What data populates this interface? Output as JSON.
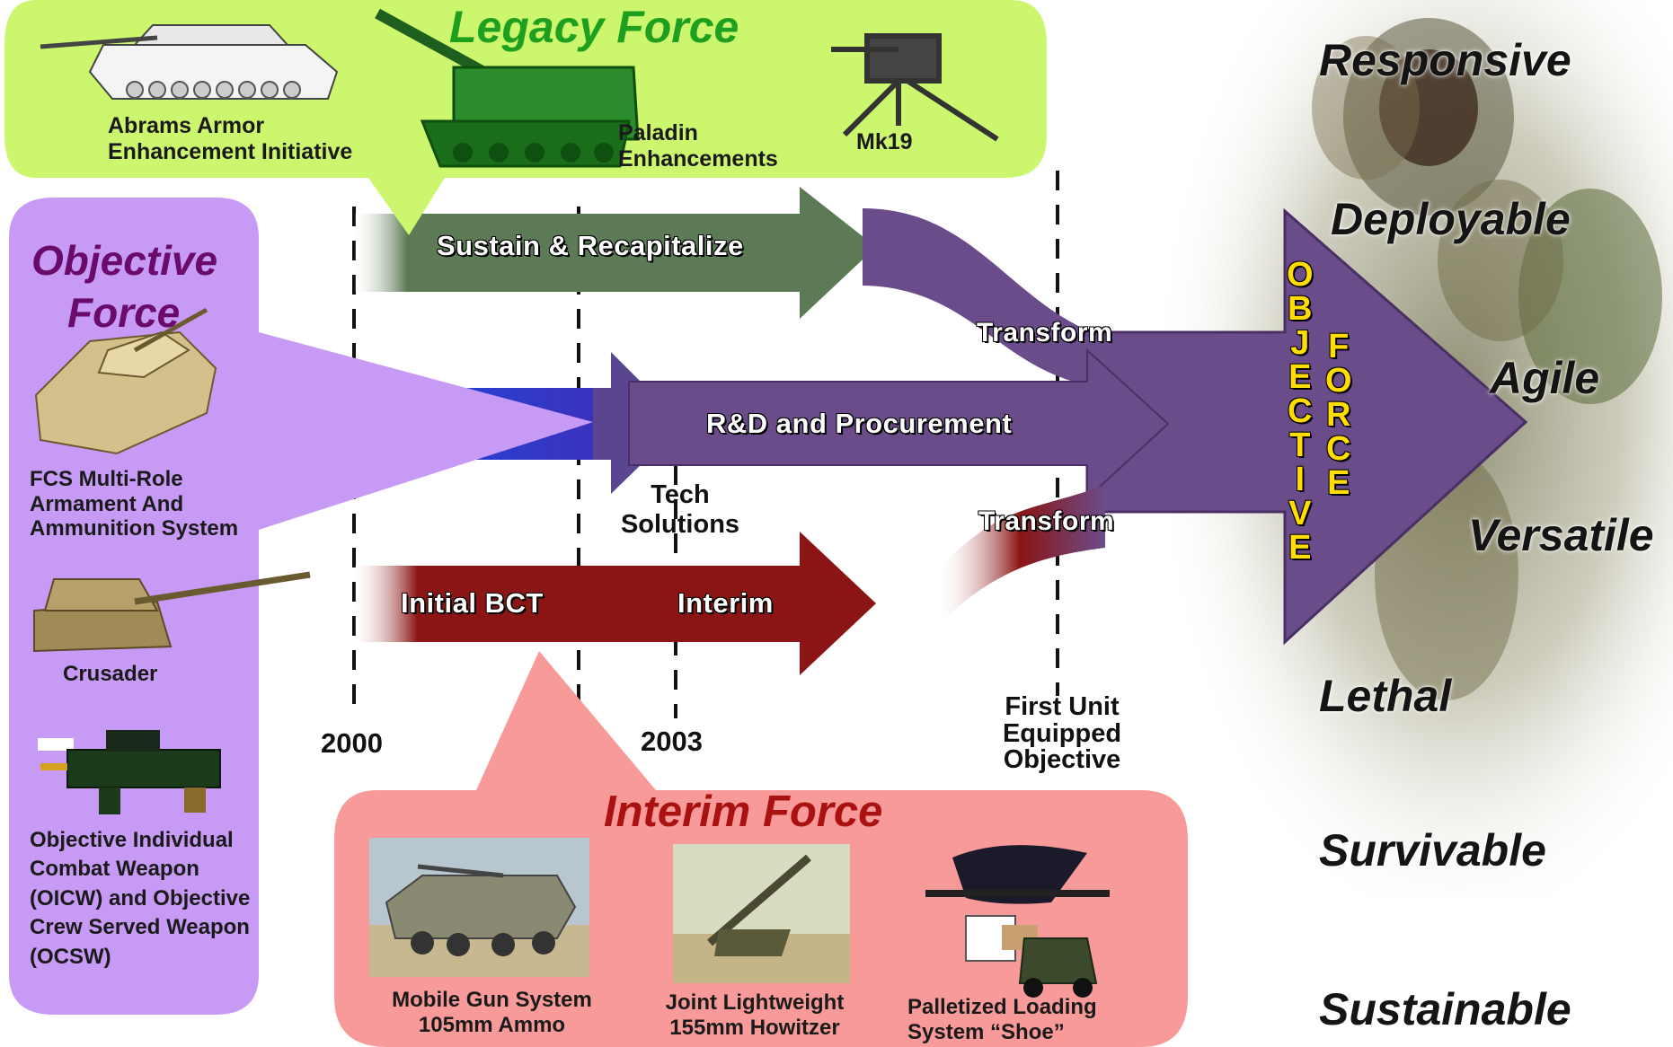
{
  "legacy_force": {
    "title": "Legacy Force",
    "items": [
      "Abrams Armor Enhancement Initiative",
      "Paladin Enhancements",
      "Mk19"
    ]
  },
  "objective_force": {
    "title_line1": "Objective",
    "title_line2": "Force",
    "items": [
      "FCS Multi-Role Armament And Ammunition System",
      "Crusader",
      "Objective Individual Combat Weapon (OICW)  and Objective Crew Served Weapon (OCSW)"
    ]
  },
  "interim_force": {
    "title": "Interim Force",
    "items": [
      "Mobile Gun System 105mm Ammo",
      "Joint Lightweight 155mm Howitzer",
      "Palletized Loading System “Shoe”"
    ]
  },
  "arrows": {
    "sustain": "Sustain & Recapitalize",
    "rd": "R&D and Procurement",
    "initial_bct": "Initial BCT",
    "interim": "Interim",
    "transform_top": "Transform",
    "transform_bottom": "Transform",
    "tech_solutions": "Tech Solutions"
  },
  "timeline": {
    "year_2000": "2000",
    "year_2003": "2003",
    "first_unit": "First Unit Equipped Objective"
  },
  "objective_arrow": {
    "col1": [
      "O",
      "B",
      "J",
      "E",
      "C",
      "T",
      "I",
      "V",
      "E"
    ],
    "col2": [
      "F",
      "O",
      "R",
      "C",
      "E"
    ]
  },
  "attributes": [
    "Responsive",
    "Deployable",
    "Agile",
    "Versatile",
    "Lethal",
    "Survivable",
    "Sustainable"
  ],
  "colors": {
    "legacy_bubble": "#ccf66d",
    "objective_bubble": "#c79af5",
    "interim_bubble": "#f99a9a",
    "sustain_arrow": "#5d7a57",
    "purple_arrow": "#6b4c8a",
    "interim_arrow": "#8b1414",
    "objective_title": "#6a0a6a",
    "interim_title": "#aa1212",
    "legacy_title": "#1f9f1f",
    "letters": "#ffdd00"
  }
}
